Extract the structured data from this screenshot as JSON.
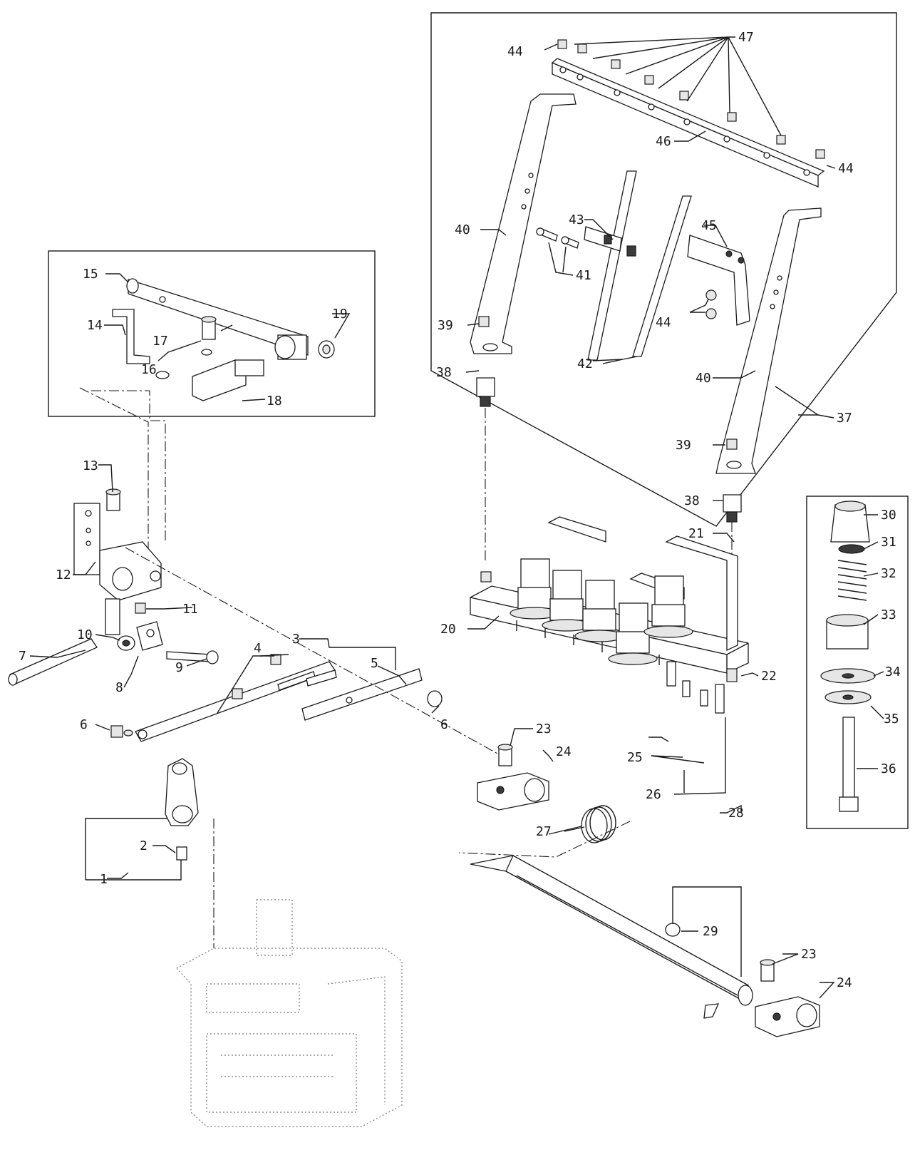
{
  "labels": {
    "l1": "1",
    "l2": "2",
    "l3": "3",
    "l4": "4",
    "l5": "5",
    "l6a": "6",
    "l6b": "6",
    "l7": "7",
    "l8": "8",
    "l9": "9",
    "l10": "10",
    "l11": "11",
    "l12": "12",
    "l13": "13",
    "l14": "14",
    "l15": "15",
    "l16": "16",
    "l17": "17",
    "l18": "18",
    "l19": "19",
    "l20": "20",
    "l21": "21",
    "l22": "22",
    "l23a": "23",
    "l23b": "23",
    "l24a": "24",
    "l24b": "24",
    "l25": "25",
    "l26": "26",
    "l27": "27",
    "l28": "28",
    "l29": "29",
    "l30": "30",
    "l31": "31",
    "l32": "32",
    "l33": "33",
    "l34": "34",
    "l35": "35",
    "l36": "36",
    "l37": "37",
    "l38a": "38",
    "l38b": "38",
    "l39a": "39",
    "l39b": "39",
    "l40a": "40",
    "l40b": "40",
    "l41": "41",
    "l42": "42",
    "l43": "43",
    "l44a": "44",
    "l44b": "44",
    "l44c": "44",
    "l45": "45",
    "l46": "46",
    "l47": "47"
  }
}
